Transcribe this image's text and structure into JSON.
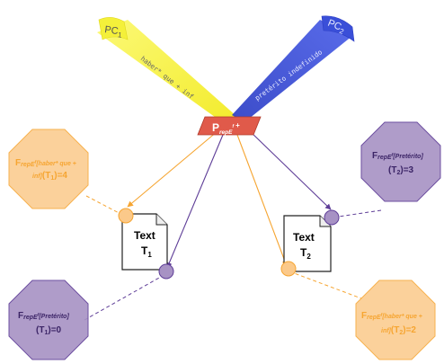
{
  "pc1": {
    "label": "PC",
    "sub": "1"
  },
  "pc2": {
    "label": "PC",
    "sub": "2"
  },
  "beam1_text": "haber* que + inf",
  "beam2_text": "pretérito indefinido",
  "center": {
    "label": "P",
    "sub": "repE",
    "sup": "f",
    "plus": "+"
  },
  "doc1": {
    "label": "Text",
    "line2": "T",
    "sub": "1"
  },
  "doc2": {
    "label": "Text",
    "line2": "T",
    "sub": "2"
  },
  "oct_tl": {
    "F": "F",
    "sub": "repE",
    "sup": "f",
    "bracket1": "[haber* que +",
    "bracket2": "inf]",
    "arg": "(T",
    "argsub": "1",
    "result": ")=4"
  },
  "oct_tr": {
    "F": "F",
    "sub": "repE",
    "sup": "f",
    "bracket1": "[Pretérito]",
    "arg": "(T",
    "argsub": "2",
    "result": ")=3"
  },
  "oct_bl": {
    "F": "F",
    "sub": "repE",
    "sup": "f",
    "bracket1": "[Pretérito]",
    "arg": "(T",
    "argsub": "1",
    "result": ")=0"
  },
  "oct_br": {
    "F": "F",
    "sub": "repE",
    "sup": "f",
    "bracket1": "[haber* que +",
    "bracket2": "inf]",
    "arg": "(T",
    "argsub": "2",
    "result": ")=2"
  },
  "colors": {
    "yellow": "#f4f03a",
    "blue": "#3a4fd8",
    "red": "#e05a4a",
    "orange": "#f6a531",
    "orange_fill": "#fbc98a",
    "purple": "#5e3d97",
    "purple_fill": "#a792c4"
  }
}
